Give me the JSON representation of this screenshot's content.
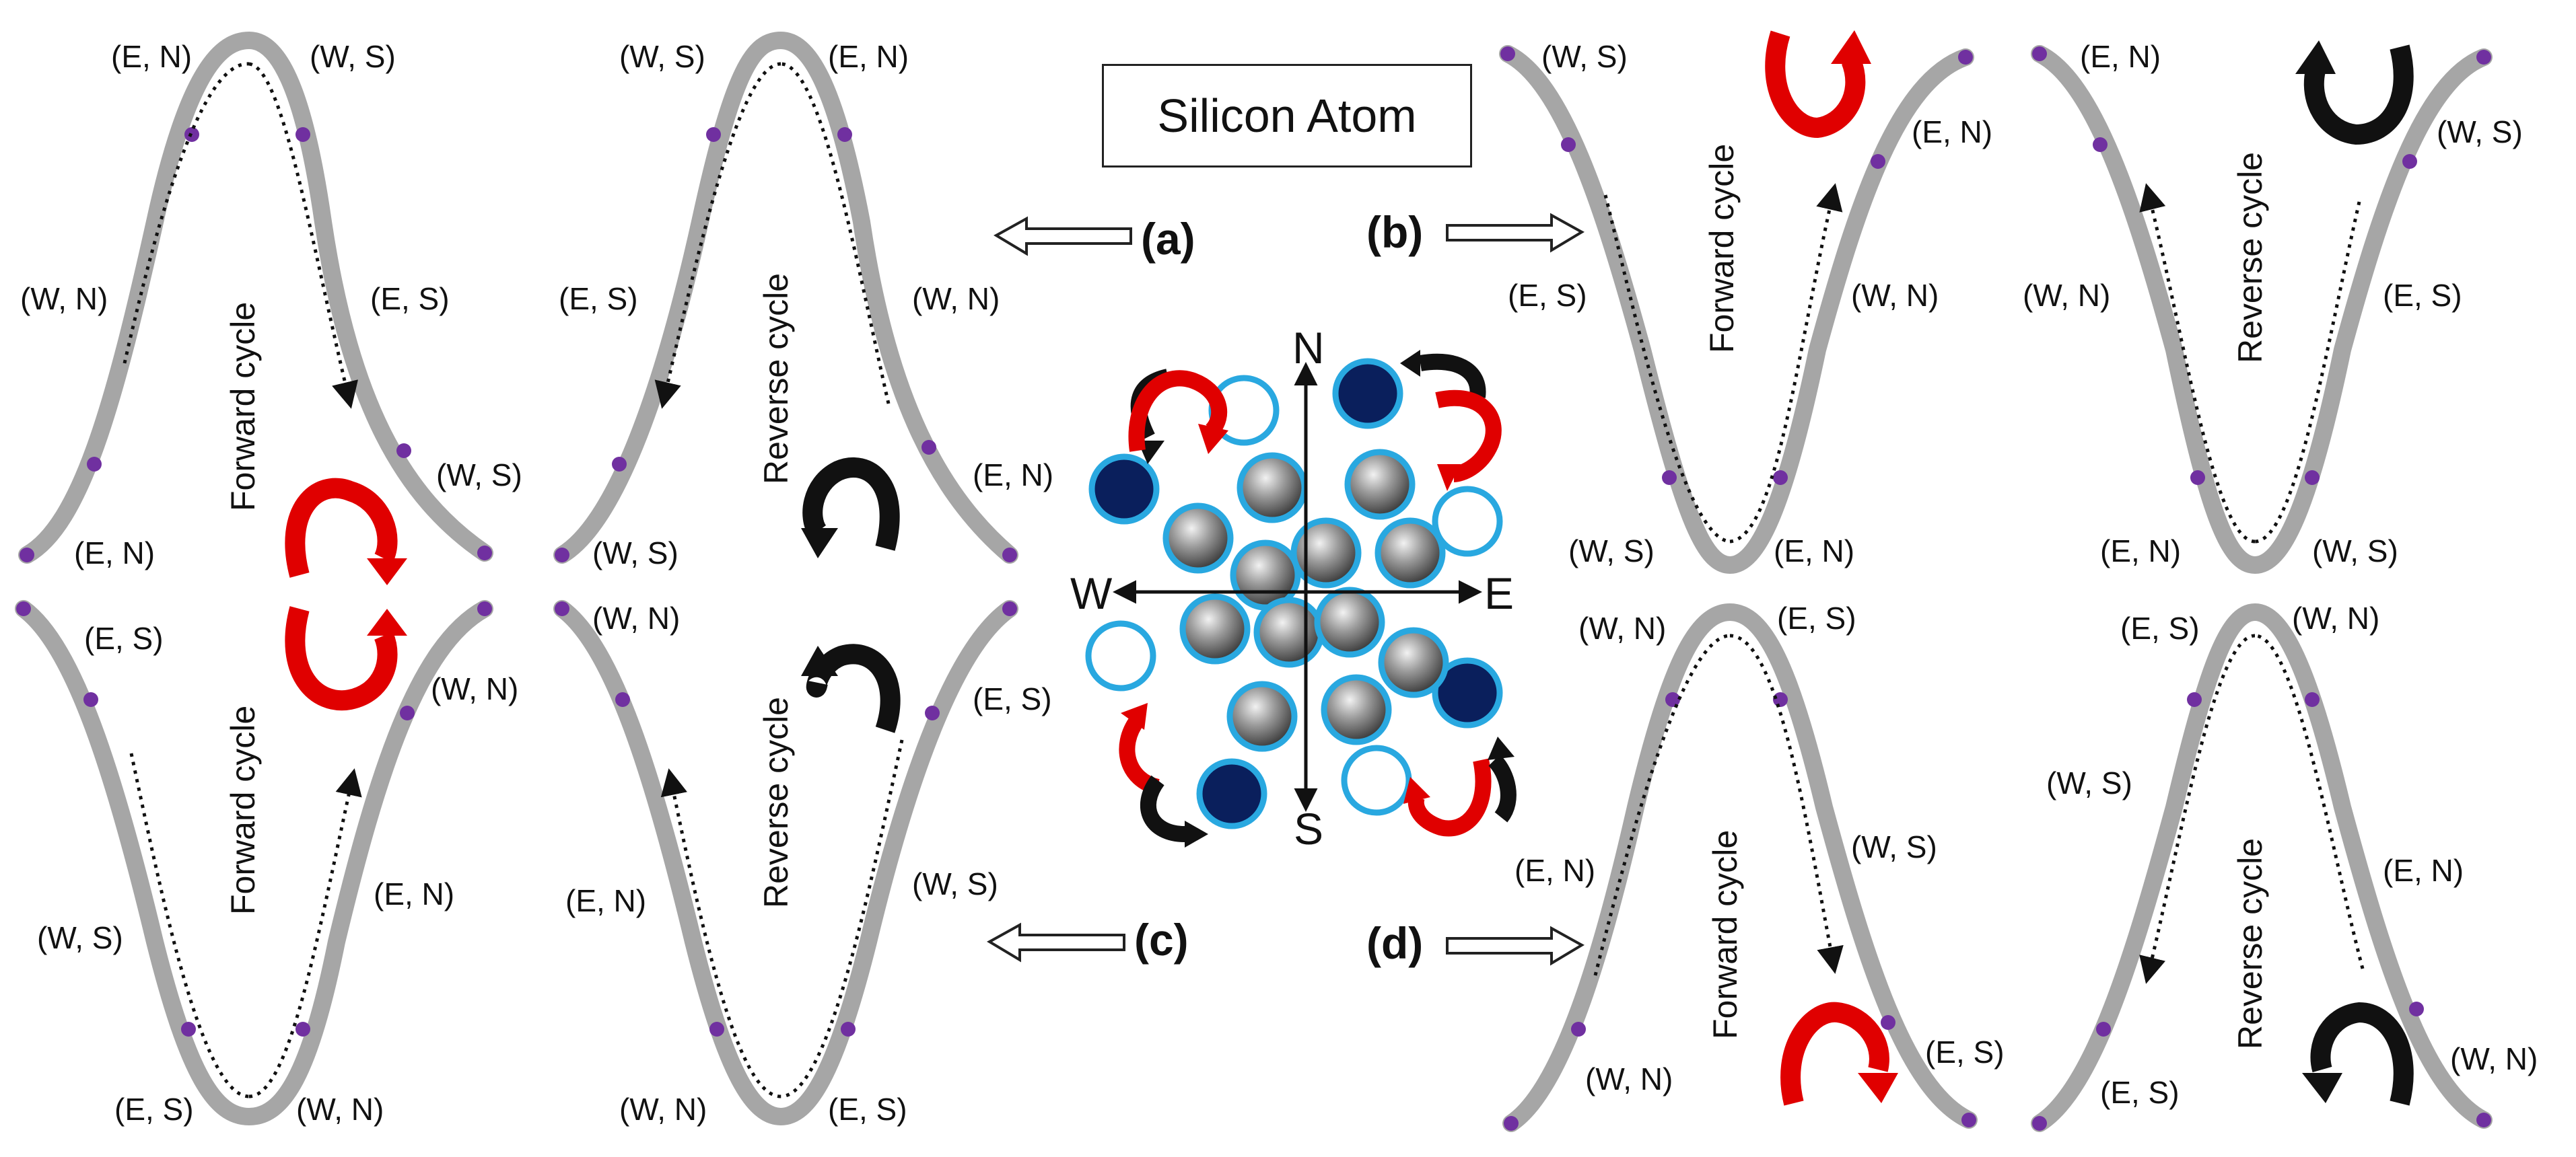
{
  "title": "Silicon Atom",
  "panel_labels": [
    "(a)",
    "(b)",
    "(c)",
    "(d)"
  ],
  "compass": {
    "north": "N",
    "south": "S",
    "east": "E",
    "west": "W"
  },
  "cycle_labels": {
    "forward": "Forward cycle",
    "reverse": "Reverse cycle"
  },
  "position_labels": {
    "en": "(E, N)",
    "ws": "(W, S)",
    "wn": "(W, N)",
    "es": "(E, S)"
  },
  "colors": {
    "track": "#a6a6a6",
    "node": "#7030a0",
    "forward_arrow": "#e00000",
    "reverse_arrow": "#111111",
    "dark_atom": "#0a1f5c",
    "atom_ring": "#29a8e0"
  }
}
